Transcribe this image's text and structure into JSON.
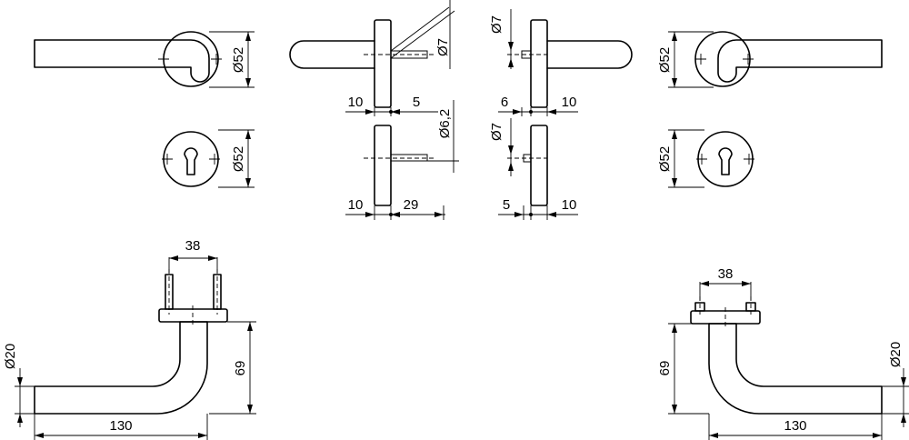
{
  "dimensions": {
    "rose_dia_top_left": "Ø52",
    "rose_dia_mid_left": "Ø52",
    "rose_dia_top_right": "Ø52",
    "rose_dia_mid_right": "Ø52",
    "pin_dia_a": "Ø7",
    "pin_dia_b": "Ø7",
    "pin_dia_c": "Ø7",
    "bolt_dia": "Ø6,2",
    "rose_thick_a": "10",
    "pin_len_a": "5",
    "pin_len_b": "6",
    "rose_thick_b": "10",
    "rose_thick_c": "10",
    "bolt_len": "29",
    "pin_len_c": "5",
    "rose_thick_d": "10",
    "spacing_left": "38",
    "spacing_right": "38",
    "lever_dia_left": "Ø20",
    "lever_dia_right": "Ø20",
    "height_left": "69",
    "height_right": "69",
    "length_left": "130",
    "length_right": "130"
  }
}
